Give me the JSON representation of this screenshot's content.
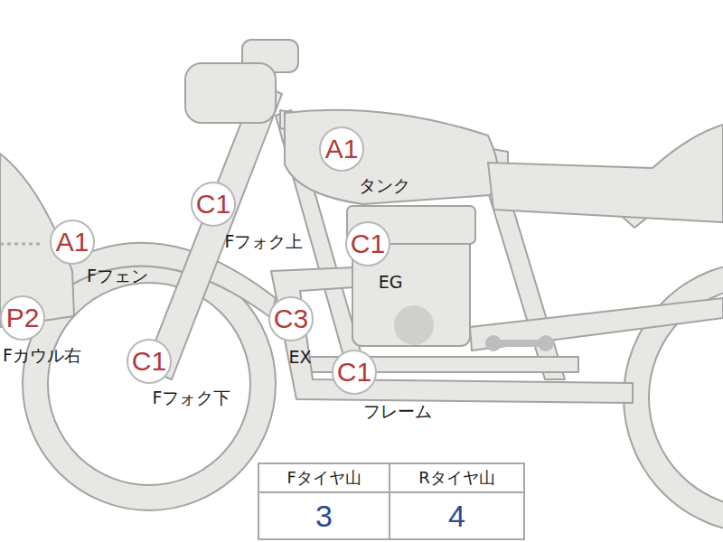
{
  "diagram": {
    "nodes": [
      {
        "text": [
          "A1",
          "タンク"
        ]
      },
      {
        "text": [
          "C1",
          "Fフォク上"
        ]
      },
      {
        "text": [
          "A1",
          "Fフェン"
        ]
      },
      {
        "text": [
          "C1",
          "EG"
        ]
      },
      {
        "text": [
          "P2",
          "Fカウル右"
        ]
      },
      {
        "text": [
          "C3",
          "EX"
        ]
      },
      {
        "text": [
          "C1",
          "Fフォク下"
        ]
      },
      {
        "text": [
          "C1",
          "フレーム"
        ]
      }
    ],
    "labels": [
      "Fタイヤ山",
      "Rタイヤ山",
      "3",
      "4"
    ]
  }
}
